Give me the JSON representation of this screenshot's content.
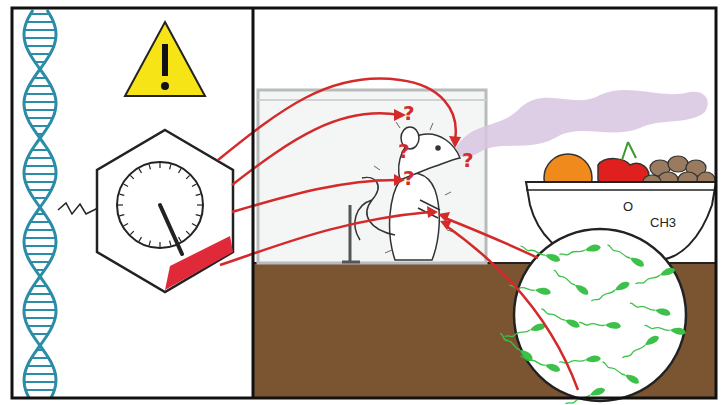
{
  "diagram": {
    "labels": [
      "?",
      "?",
      "?",
      "?",
      "O",
      "CH3"
    ]
  }
}
